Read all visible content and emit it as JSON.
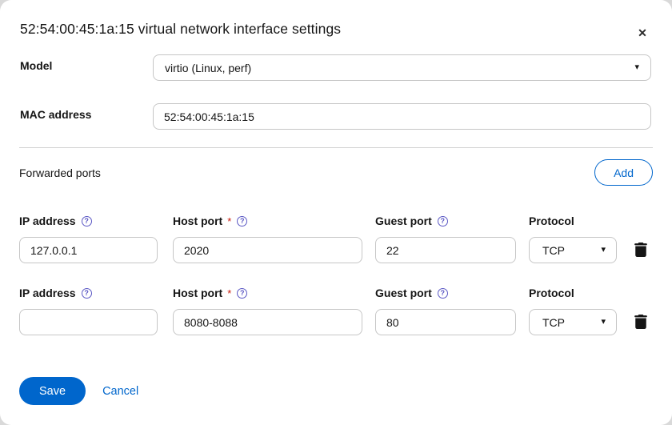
{
  "dialog": {
    "title": "52:54:00:45:1a:15 virtual network interface settings"
  },
  "icons": {
    "close": "✕",
    "chevron": "▾",
    "help": "?"
  },
  "fields": {
    "model": {
      "label": "Model",
      "value": "virtio (Linux, perf)"
    },
    "mac": {
      "label": "MAC address",
      "value": "52:54:00:45:1a:15"
    }
  },
  "forwarded_ports": {
    "section_label": "Forwarded ports",
    "add_label": "Add",
    "required_marker": "*",
    "columns": {
      "ip": "IP address",
      "host": "Host port",
      "guest": "Guest port",
      "protocol": "Protocol"
    },
    "rows": [
      {
        "ip": "127.0.0.1",
        "host": "2020",
        "guest": "22",
        "protocol": "TCP"
      },
      {
        "ip": "",
        "host": "8080-8088",
        "guest": "80",
        "protocol": "TCP"
      }
    ]
  },
  "footer": {
    "save_label": "Save",
    "cancel_label": "Cancel"
  },
  "colors": {
    "primary": "#0066cc",
    "help_icon": "#5b58c4",
    "required": "#c9190b",
    "backdrop": "#d9d9d9",
    "border": "#c6c6c6",
    "text": "#151515"
  }
}
